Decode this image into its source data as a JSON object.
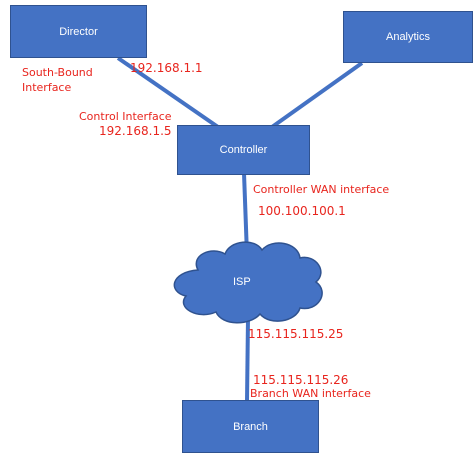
{
  "colors": {
    "node_fill": "#4472c4",
    "node_border": "#2f528f",
    "link": "#4472c4",
    "label": "#e8251e",
    "node_text": "#ffffff"
  },
  "nodes": {
    "director": "Director",
    "analytics": "Analytics",
    "controller": "Controller",
    "isp": "ISP",
    "branch": "Branch"
  },
  "labels": {
    "south_bound_line1": "South-Bound",
    "south_bound_line2": "Interface",
    "director_ip": "192.168.1.1",
    "control_interface": "Control Interface",
    "control_ip": "192.168.1.5",
    "controller_wan": "Controller WAN interface",
    "controller_wan_ip": "100.100.100.1",
    "isp_branch_ip": "115.115.115.25",
    "branch_ip": "115.115.115.26",
    "branch_wan": "Branch WAN interface"
  }
}
